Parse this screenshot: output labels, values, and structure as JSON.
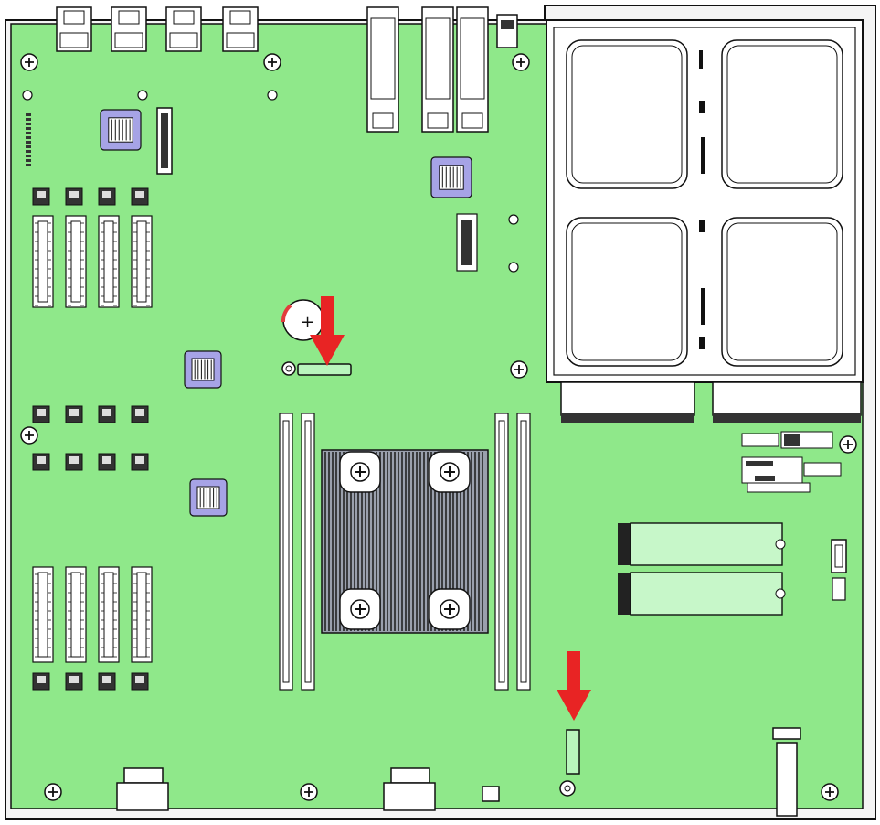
{
  "diagram": {
    "board_color": "#8fe88a",
    "outline_color": "#111111",
    "heatsink_color": "#9aa0ad",
    "chip_color": "#a6a3e6",
    "arrow_color": "#e82424",
    "m2_card_color": "#c7f7c9",
    "cage_color": "#ffffff",
    "callouts": [
      {
        "name": "battery-callout-arrow",
        "target": "coin-cell-battery"
      },
      {
        "name": "m2-standoff-callout-arrow",
        "target": "m2-riser-slot"
      }
    ],
    "dimm_groups": [
      {
        "name": "dimm-bank-upper-left",
        "count": 4
      },
      {
        "name": "dimm-bank-lower-left",
        "count": 4
      },
      {
        "name": "dimm-pair-center-left",
        "count": 2
      },
      {
        "name": "dimm-pair-center-right",
        "count": 2
      }
    ],
    "m2_slots": 2,
    "rear_ports": {
      "rj45": 4,
      "sfp": 3,
      "usb": 1
    },
    "drive_bays": 4
  }
}
